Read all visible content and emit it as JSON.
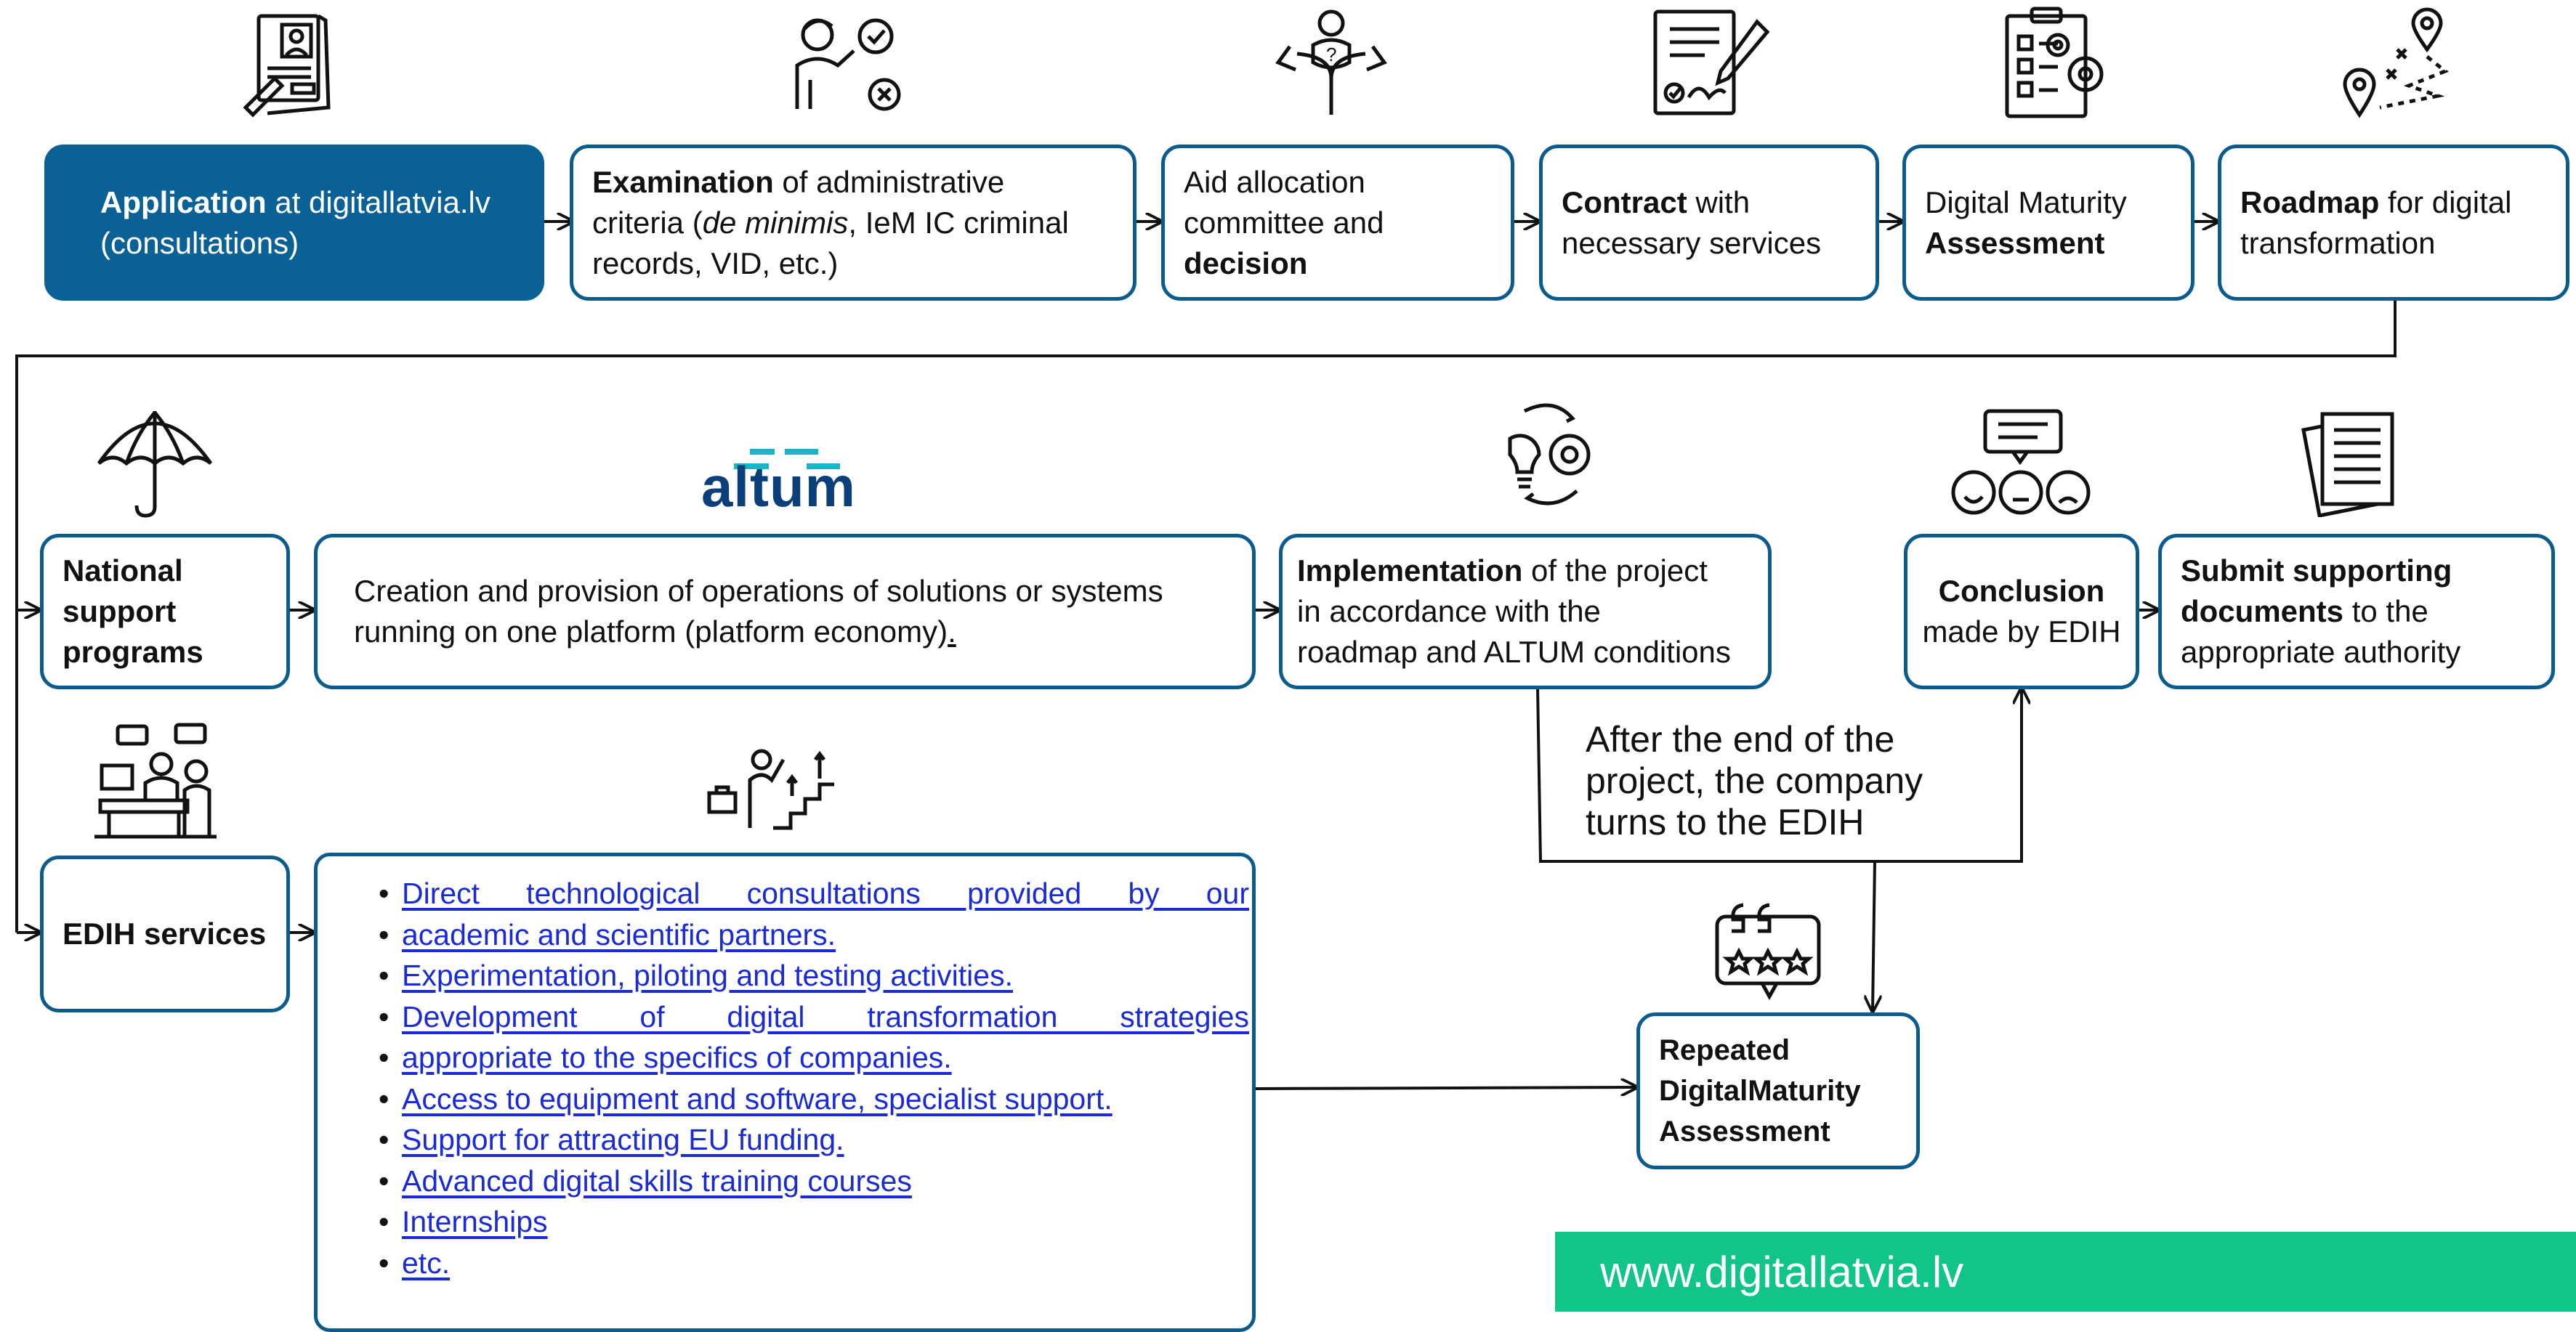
{
  "step1": {
    "bold": "Application",
    "rest": " at digitallatvia.lv",
    "line2": "(consultations)"
  },
  "step2": {
    "bold": "Examination",
    "rest": " of administrative",
    "line2a": "criteria (",
    "line2i": "de minimis",
    "line2b": ", IeM IC criminal",
    "line3": "records, VID, etc.)"
  },
  "step3": {
    "line1": "Aid allocation",
    "line2": "committee and",
    "bold": "decision"
  },
  "step4": {
    "bold": "Contract",
    "rest": " with",
    "line2": "necessary services"
  },
  "step5": {
    "line1": "Digital Maturity",
    "bold": "Assessment"
  },
  "step6": {
    "bold": "Roadmap",
    "rest": " for digital",
    "line2": "transformation"
  },
  "national": {
    "line1": "National",
    "line2": "support",
    "line3": "programs"
  },
  "altum_logo": "altum",
  "platform": {
    "line1": "Creation and provision of operations of solutions or systems",
    "line2": "running on one platform (platform economy)",
    "dot": "."
  },
  "implementation": {
    "bold": "Implementation",
    "rest": " of the project",
    "line2": "in accordance with the",
    "line3": "roadmap and ALTUM conditions"
  },
  "conclusion": {
    "bold": "Conclusion",
    "line2": "made by EDIH"
  },
  "submit": {
    "bold1": "Submit supporting",
    "bold2": "documents",
    "rest": " to the",
    "line3": "appropriate authority"
  },
  "edih": {
    "label": "EDIH services"
  },
  "services": [
    {
      "text": "Direct technological consultations provided by our"
    },
    {
      "text": "academic and scientific partners."
    },
    {
      "text": "Experimentation, piloting and testing activities."
    },
    {
      "text": "Development of digital transformation strategies"
    },
    {
      "text": "appropriate to the specifics of companies."
    },
    {
      "text": "Access to equipment and software, specialist support."
    },
    {
      "text": "Support for attracting EU funding."
    },
    {
      "text": "Advanced digital skills training courses"
    },
    {
      "text": "Internships"
    },
    {
      "text": "etc."
    }
  ],
  "after_note": {
    "line1": "After the end of the",
    "line2": "project, the company",
    "line3": "turns to the EDIH"
  },
  "repeated": {
    "line1": "Repeated",
    "line2": "DigitalMaturity",
    "line3": "Assessment"
  },
  "footer": "www.digitallatvia.lv",
  "colors": {
    "border": "#0b5c8c",
    "filled": "#0a6196",
    "link": "#1a2bd6",
    "footer": "#10c48a",
    "logo": "#0b3f7a",
    "logo_accent": "#1ab3c9"
  },
  "icons": [
    "application-form-icon",
    "examination-person-icon",
    "decision-crossroads-icon",
    "contract-sign-icon",
    "maturity-checklist-icon",
    "roadmap-pin-icon",
    "umbrella-icon",
    "idea-gears-icon",
    "feedback-faces-icon",
    "documents-icon",
    "service-desk-icon",
    "growth-steps-icon",
    "rating-stars-icon"
  ]
}
